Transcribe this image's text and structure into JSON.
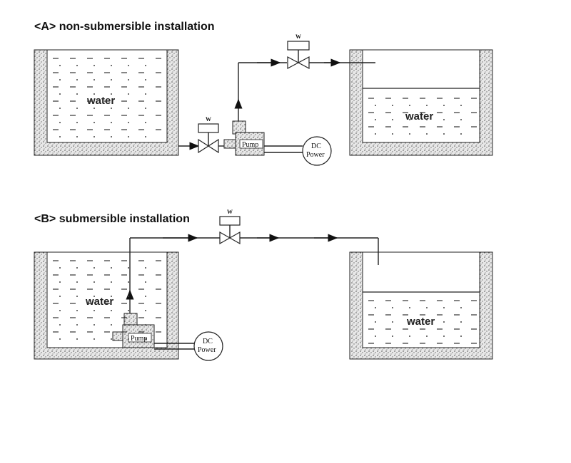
{
  "sectionA": {
    "title": "<A>   non-submersible installation",
    "source_tank_label": "water",
    "target_tank_label": "water",
    "pump_label": "Pump",
    "power_label_1": "DC",
    "power_label_2": "Power",
    "valve_label_1": "W",
    "valve_label_2": "W"
  },
  "sectionB": {
    "title": "<B>   submersible installation",
    "source_tank_label": "water",
    "target_tank_label": "water",
    "pump_label": "Pump",
    "power_label_1": "DC",
    "power_label_2": "Power",
    "valve_label": "W"
  }
}
